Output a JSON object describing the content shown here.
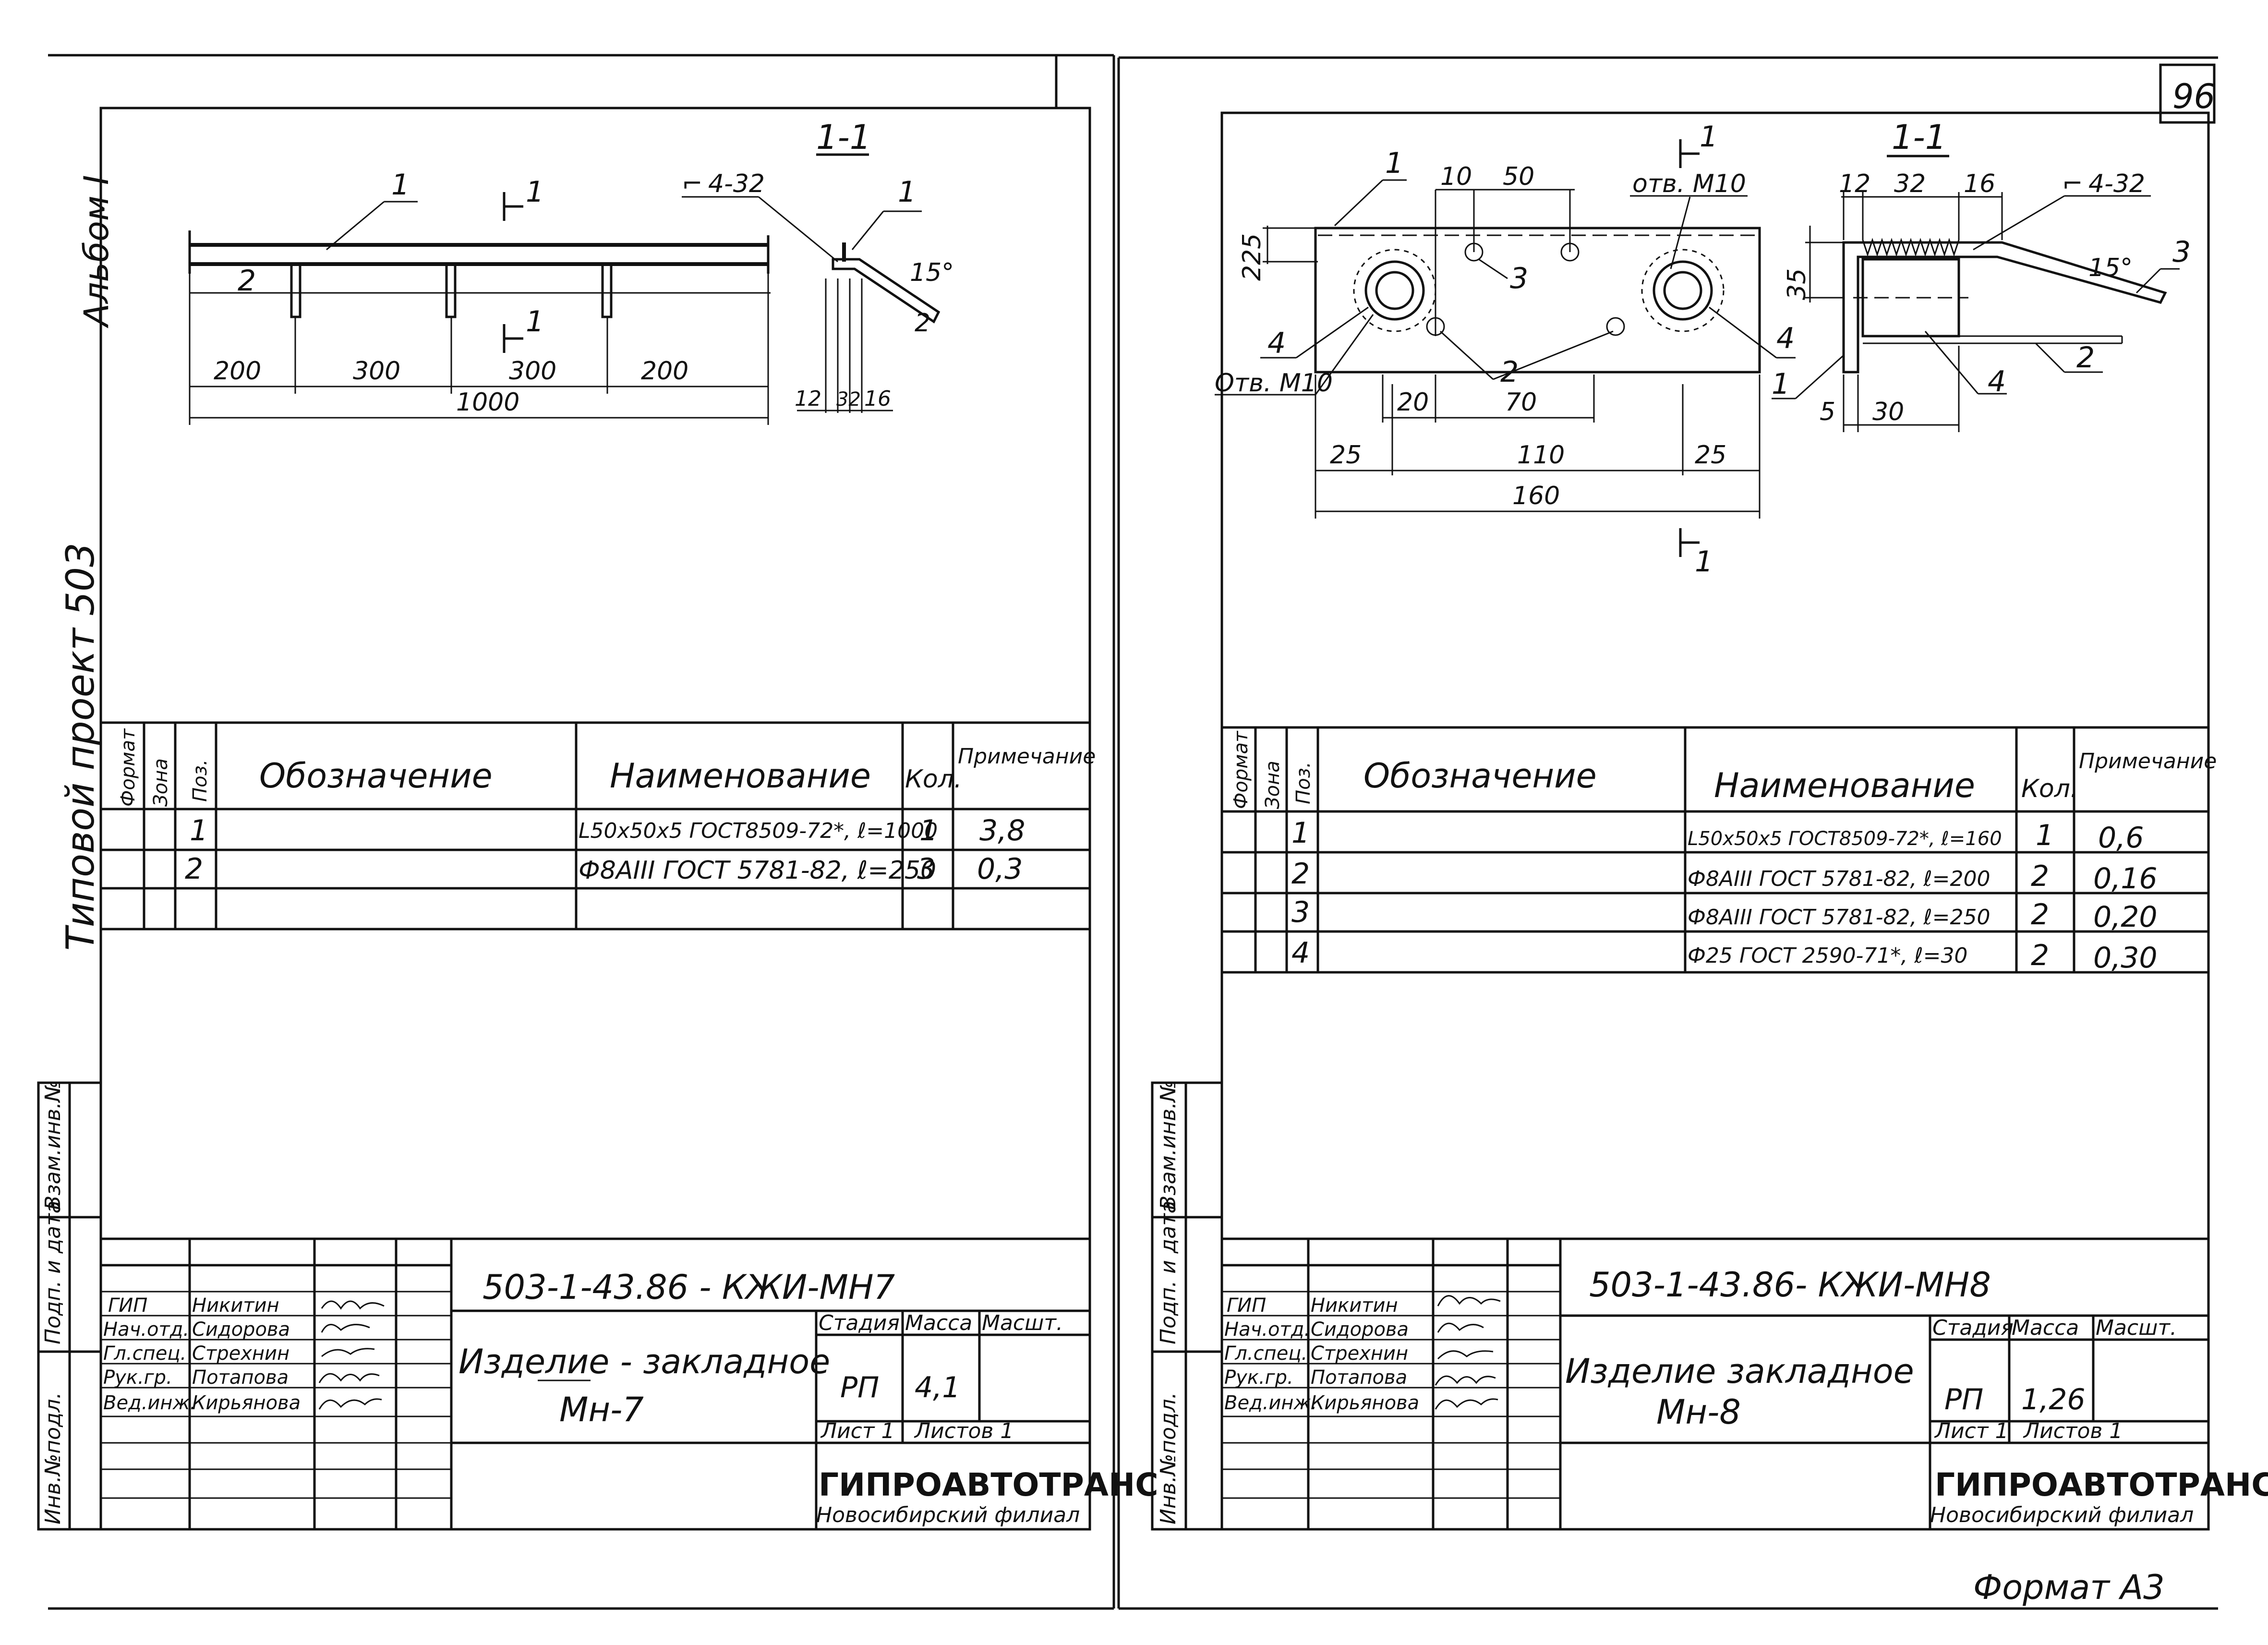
{
  "page_number": "96",
  "format_label": "Формат А3",
  "album_label": "Альбом I",
  "project_label": "Типовой проект 503",
  "side_stamp": {
    "inv_zam": "Взам.инв.№",
    "podp_data": "Подп. и дата",
    "inv_podl": "Инв.№подл."
  },
  "sheets": [
    {
      "section_label": "1-1",
      "cut_label": "1",
      "weld_label": "4-32",
      "angle_label": "15°",
      "pos_labels": [
        "1",
        "2"
      ],
      "dims": {
        "d1": "200",
        "d2": "300",
        "d3": "300",
        "d4": "200",
        "total": "1000",
        "s1": "12",
        "s2": "32",
        "s3": "16"
      },
      "spec_headers": {
        "format": "Формат",
        "zone": "Зона",
        "pos": "Поз.",
        "designation": "Обозначение",
        "name": "Наименование",
        "qty": "Кол.",
        "note": "Примечание"
      },
      "spec_rows": [
        {
          "pos": "1",
          "name": "L50x50x5 ГОСТ8509-72*, ℓ=1000",
          "qty": "1",
          "note": "3,8"
        },
        {
          "pos": "2",
          "name": "Ф8АIII ГОСТ 5781-82, ℓ=250",
          "qty": "3",
          "note": "0,3"
        }
      ],
      "doc_code": "503-1-43.86 -   КЖИ-МН7",
      "title_line1": "Изделие - закладное",
      "title_line2": "Мн-7",
      "stage_hdr": "Стадия",
      "mass_hdr": "Масса",
      "scale_hdr": "Масшт.",
      "stage": "РП",
      "mass": "4,1",
      "sheet_label": "Лист 1",
      "sheets_label": "Листов 1",
      "firm": "ГИПРОАВТОТРАНС",
      "branch": "Новосибирский филиал",
      "roles": [
        {
          "role": "ГИП",
          "name": "Никитин"
        },
        {
          "role": "Нач.отд.",
          "name": "Сидорова"
        },
        {
          "role": "Гл.спец.",
          "name": "Стрехнин"
        },
        {
          "role": "Рук.гр.",
          "name": "Потапова"
        },
        {
          "role": "Вед.инж.",
          "name": "Кирьянова"
        }
      ]
    },
    {
      "section_label": "1-1",
      "cut_label": "1",
      "weld_label": "4-32",
      "angle_label": "15°",
      "hole_label": "отв. М10",
      "hole_label2": "Отв. М10",
      "pos_labels": [
        "1",
        "2",
        "3",
        "4"
      ],
      "dims": {
        "h225": "225",
        "top10": "10",
        "top50": "50",
        "b20": "20",
        "b70": "70",
        "b25a": "25",
        "b110": "110",
        "b25b": "25",
        "total": "160",
        "s12": "12",
        "s32": "32",
        "s16": "16",
        "s35": "35",
        "s5": "5",
        "s30": "30"
      },
      "spec_headers": {
        "format": "Формат",
        "zone": "Зона",
        "pos": "Поз.",
        "designation": "Обозначение",
        "name": "Наименование",
        "qty": "Кол.",
        "note": "Примечание"
      },
      "spec_rows": [
        {
          "pos": "1",
          "name": "L50x50x5 ГОСТ8509-72*, ℓ=160",
          "qty": "1",
          "note": "0,6"
        },
        {
          "pos": "2",
          "name": "Ф8АIII ГОСТ 5781-82, ℓ=200",
          "qty": "2",
          "note": "0,16"
        },
        {
          "pos": "3",
          "name": "Ф8АIII ГОСТ 5781-82, ℓ=250",
          "qty": "2",
          "note": "0,20"
        },
        {
          "pos": "4",
          "name": "Ф25 ГОСТ 2590-71*, ℓ=30",
          "qty": "2",
          "note": "0,30"
        }
      ],
      "doc_code": "503-1-43.86-    КЖИ-МН8",
      "title_line1": "Изделие закладное",
      "title_line2": "Мн-8",
      "stage_hdr": "Стадия",
      "mass_hdr": "Масса",
      "scale_hdr": "Масшт.",
      "stage": "РП",
      "mass": "1,26",
      "sheet_label": "Лист 1",
      "sheets_label": "Листов 1",
      "firm": "ГИПРОАВТОТРАНС",
      "branch": "Новосибирский филиал",
      "roles": [
        {
          "role": "ГИП",
          "name": "Никитин"
        },
        {
          "role": "Нач.отд.",
          "name": "Сидорова"
        },
        {
          "role": "Гл.спец.",
          "name": "Стрехнин"
        },
        {
          "role": "Рук.гр.",
          "name": "Потапова"
        },
        {
          "role": "Вед.инж.",
          "name": "Кирьянова"
        }
      ]
    }
  ]
}
